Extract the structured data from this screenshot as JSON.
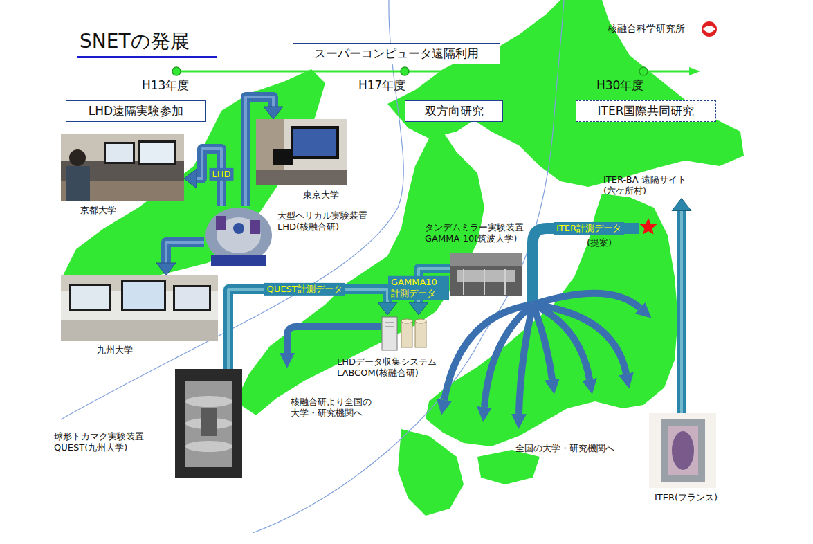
{
  "diagram": {
    "title": "SNETの発展",
    "nodes": [
      {
        "text": [
          "スーパーコンピュータ遠隔利用"
        ]
      },
      {
        "text": [
          "LHD遠隔実験参加"
        ]
      },
      {
        "text": [
          "双方向研究"
        ]
      },
      {
        "text": [
          "ITER国際共同研究"
        ]
      },
      {
        "text": [
          "京都大学"
        ]
      },
      {
        "text": [
          "東京大学"
        ]
      },
      {
        "text": [
          "大型ヘリカル実験装置 LHD(核融合研)"
        ]
      },
      {
        "text": [
          "九州大学"
        ]
      },
      {
        "text": [
          "タンデムミラー実験装置 GAMMA-10(筑波大学)"
        ]
      },
      {
        "text": [
          "LHDデータ収集システム LABCOM(核融合研)"
        ]
      },
      {
        "text": [
          "球形トカマク実験装置 QUEST(九州大学)"
        ]
      },
      {
        "text": [
          "ITER-BA 遠隔サイト (六ケ所村)"
        ]
      },
      {
        "text": [
          "ITER(フランス)"
        ]
      }
    ],
    "edges": [
      {
        "from": 6,
        "to": 4,
        "arrow": "to",
        "label": "LHD"
      },
      {
        "from": 6,
        "to": 5,
        "arrow": "to"
      },
      {
        "from": 6,
        "to": 7,
        "arrow": "to"
      },
      {
        "from": 8,
        "to": 9,
        "arrow": "to",
        "label": "GAMMA10 計測データ"
      },
      {
        "from": 10,
        "to": 9,
        "arrow": "to",
        "label": "QUEST計測データ"
      },
      {
        "from": 12,
        "to": 11,
        "arrow": "to"
      }
    ],
    "labels": [
      "核融合科学研究所",
      "H13年度",
      "H17年度",
      "H30年度",
      "ITER計測データ",
      "(提案)",
      "核融合研より全国の 大学・研究機関へ",
      "全国の大学・研究機関へ"
    ]
  }
}
